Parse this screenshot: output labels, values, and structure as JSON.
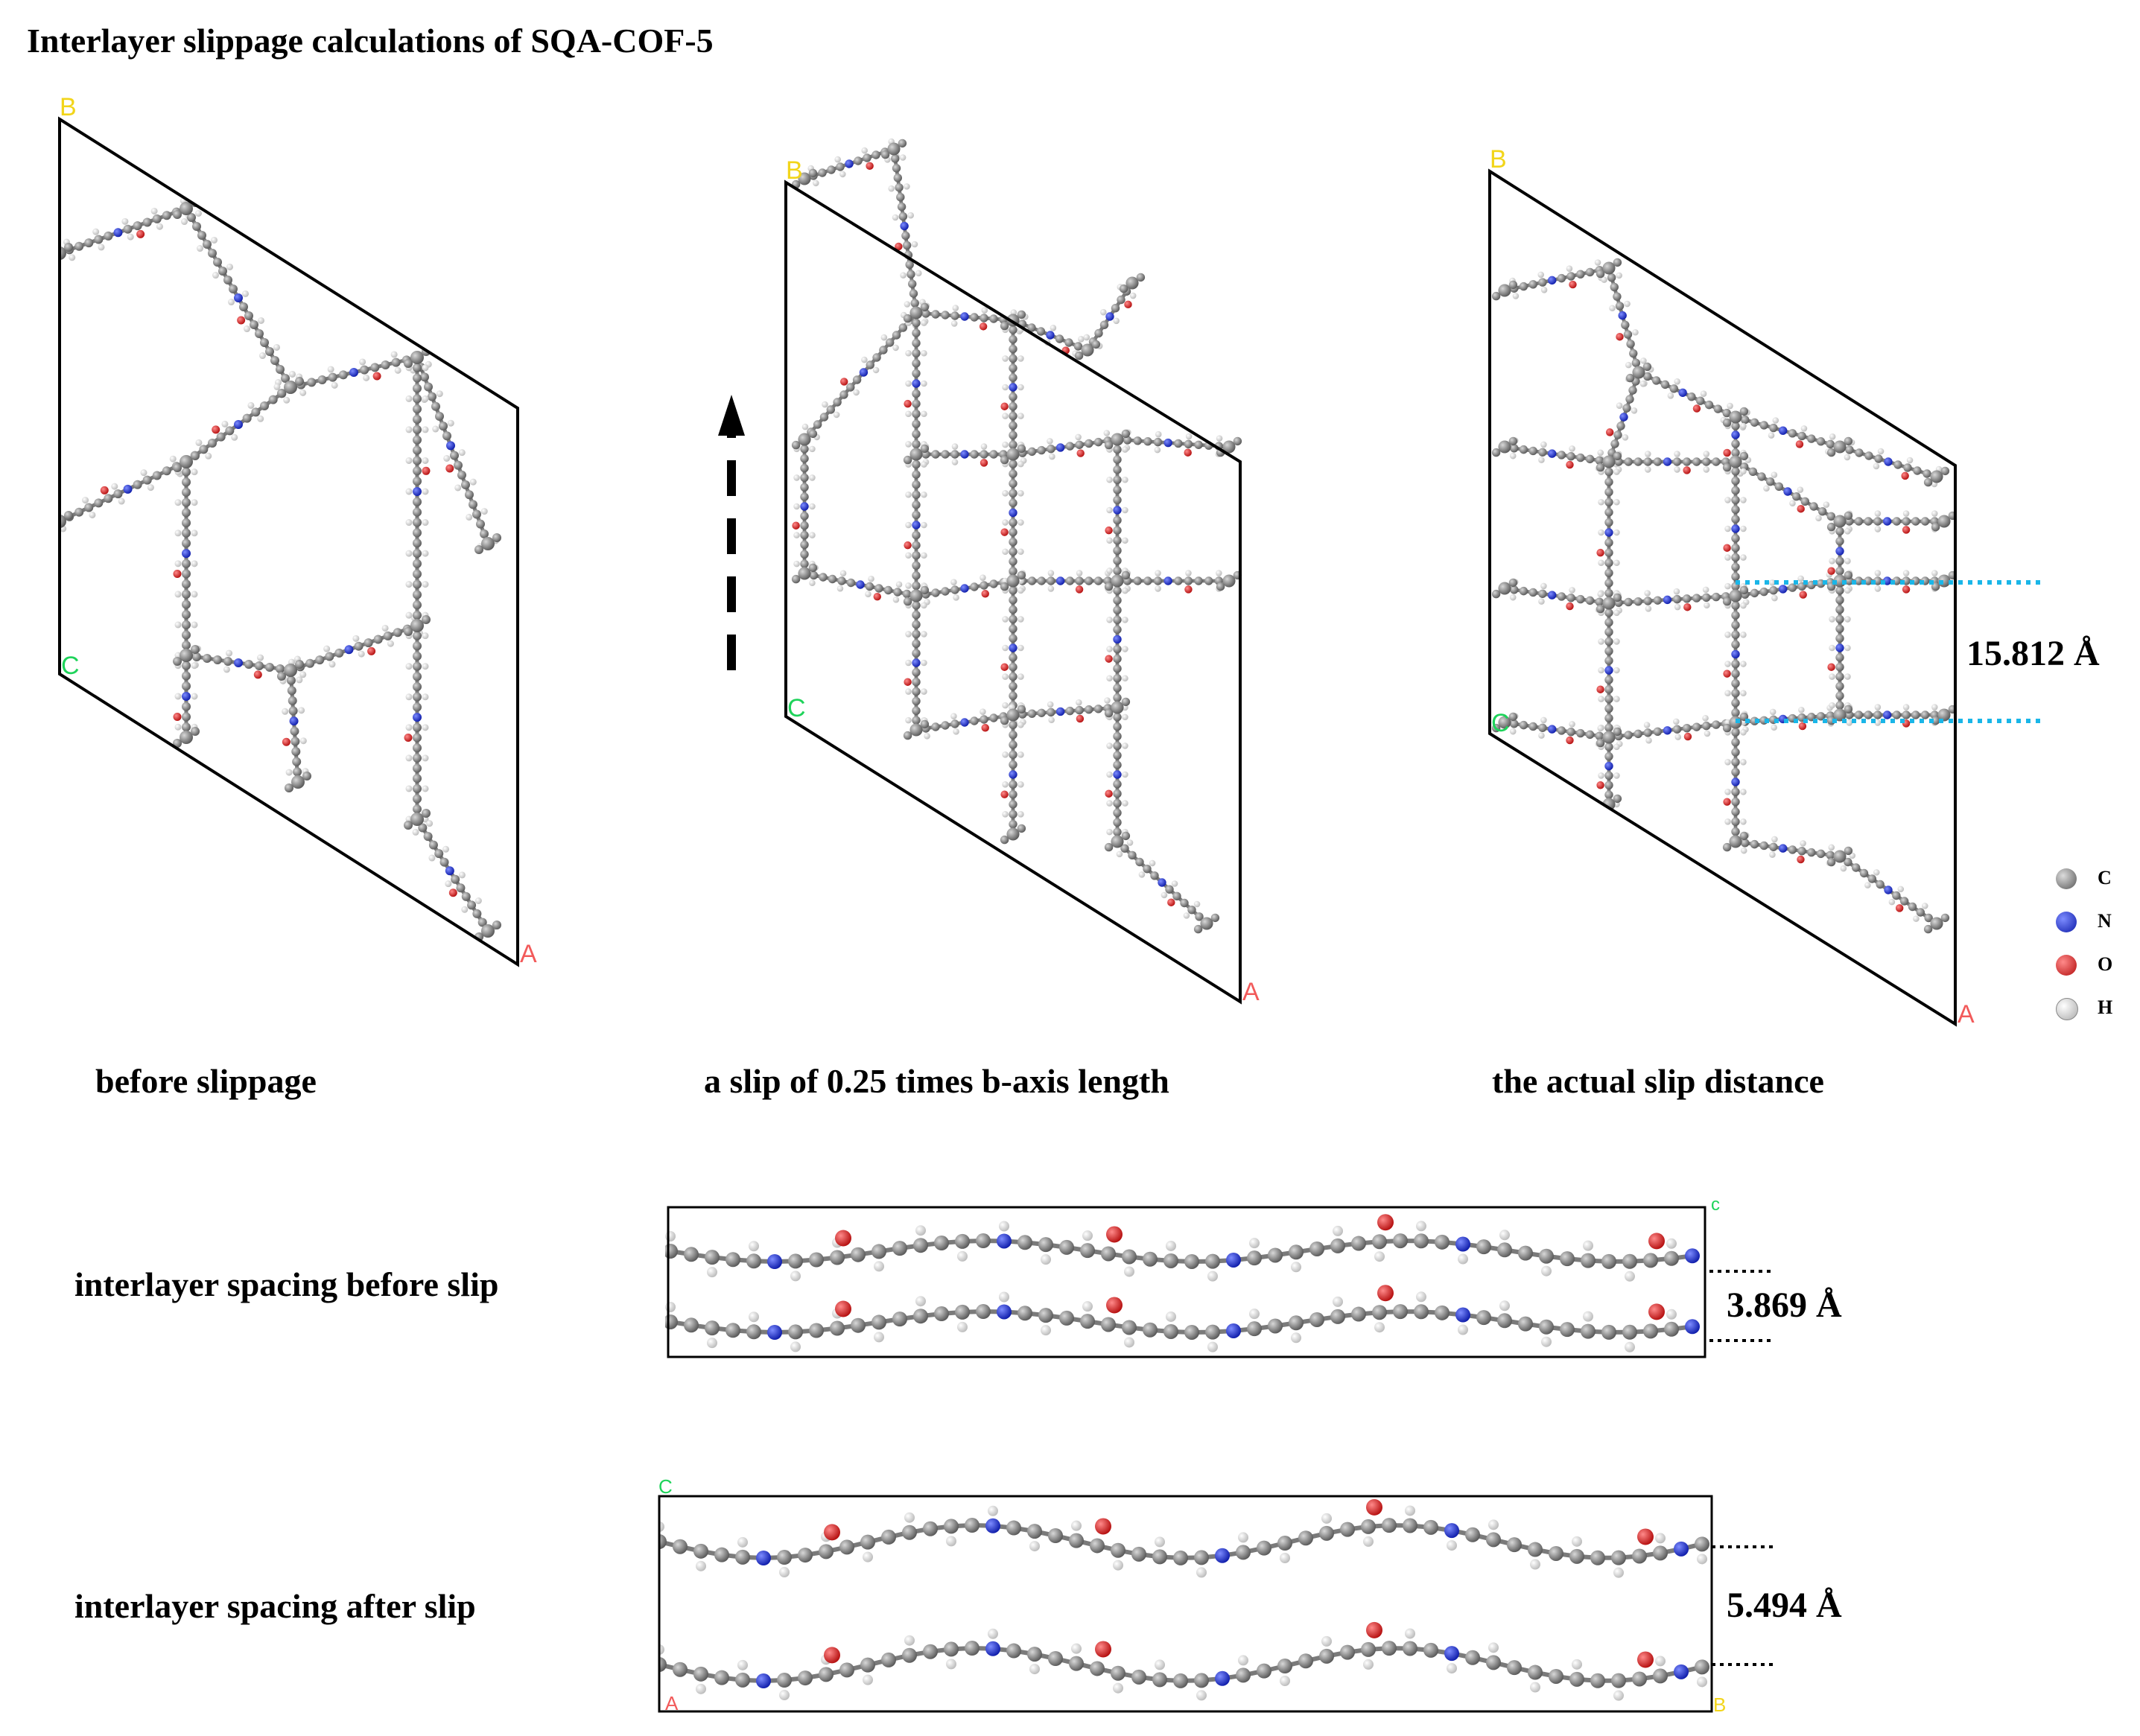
{
  "title": "Interlayer slippage calculations of SQA-COF-5",
  "panels": [
    {
      "caption": "before slippage",
      "labels": {
        "b": "B",
        "c": "C",
        "a": "A"
      }
    },
    {
      "caption": "a slip of 0.25 times b-axis length",
      "labels": {
        "b": "B",
        "c": "C",
        "a": "A"
      }
    },
    {
      "caption": "the actual slip distance",
      "labels": {
        "b": "B",
        "c": "C",
        "a": "A"
      },
      "measurement": "15.812 Å"
    }
  ],
  "side_views": [
    {
      "caption": "interlayer spacing before slip",
      "measurement": "3.869 Å",
      "labels": {
        "c": "c"
      }
    },
    {
      "caption": "interlayer spacing after slip",
      "measurement": "5.494 Å",
      "labels": {
        "c": "C",
        "b": "B",
        "a": "A"
      }
    }
  ],
  "legend": [
    {
      "symbol": "C",
      "color": "#8c8c8c"
    },
    {
      "symbol": "N",
      "color": "#1f2fd6"
    },
    {
      "symbol": "O",
      "color": "#e21c1c"
    },
    {
      "symbol": "H",
      "color": "#f2f2f2"
    }
  ],
  "colors": {
    "carbon": "#8c8c8c",
    "nitrogen": "#1f2fd6",
    "oxygen": "#e21c1c",
    "hydrogen": "#f2f2f2",
    "dotted": "#1ab6e8",
    "axis_b": "#f2d51a",
    "axis_c": "#1ed35a",
    "axis_a": "#f25a5a"
  }
}
